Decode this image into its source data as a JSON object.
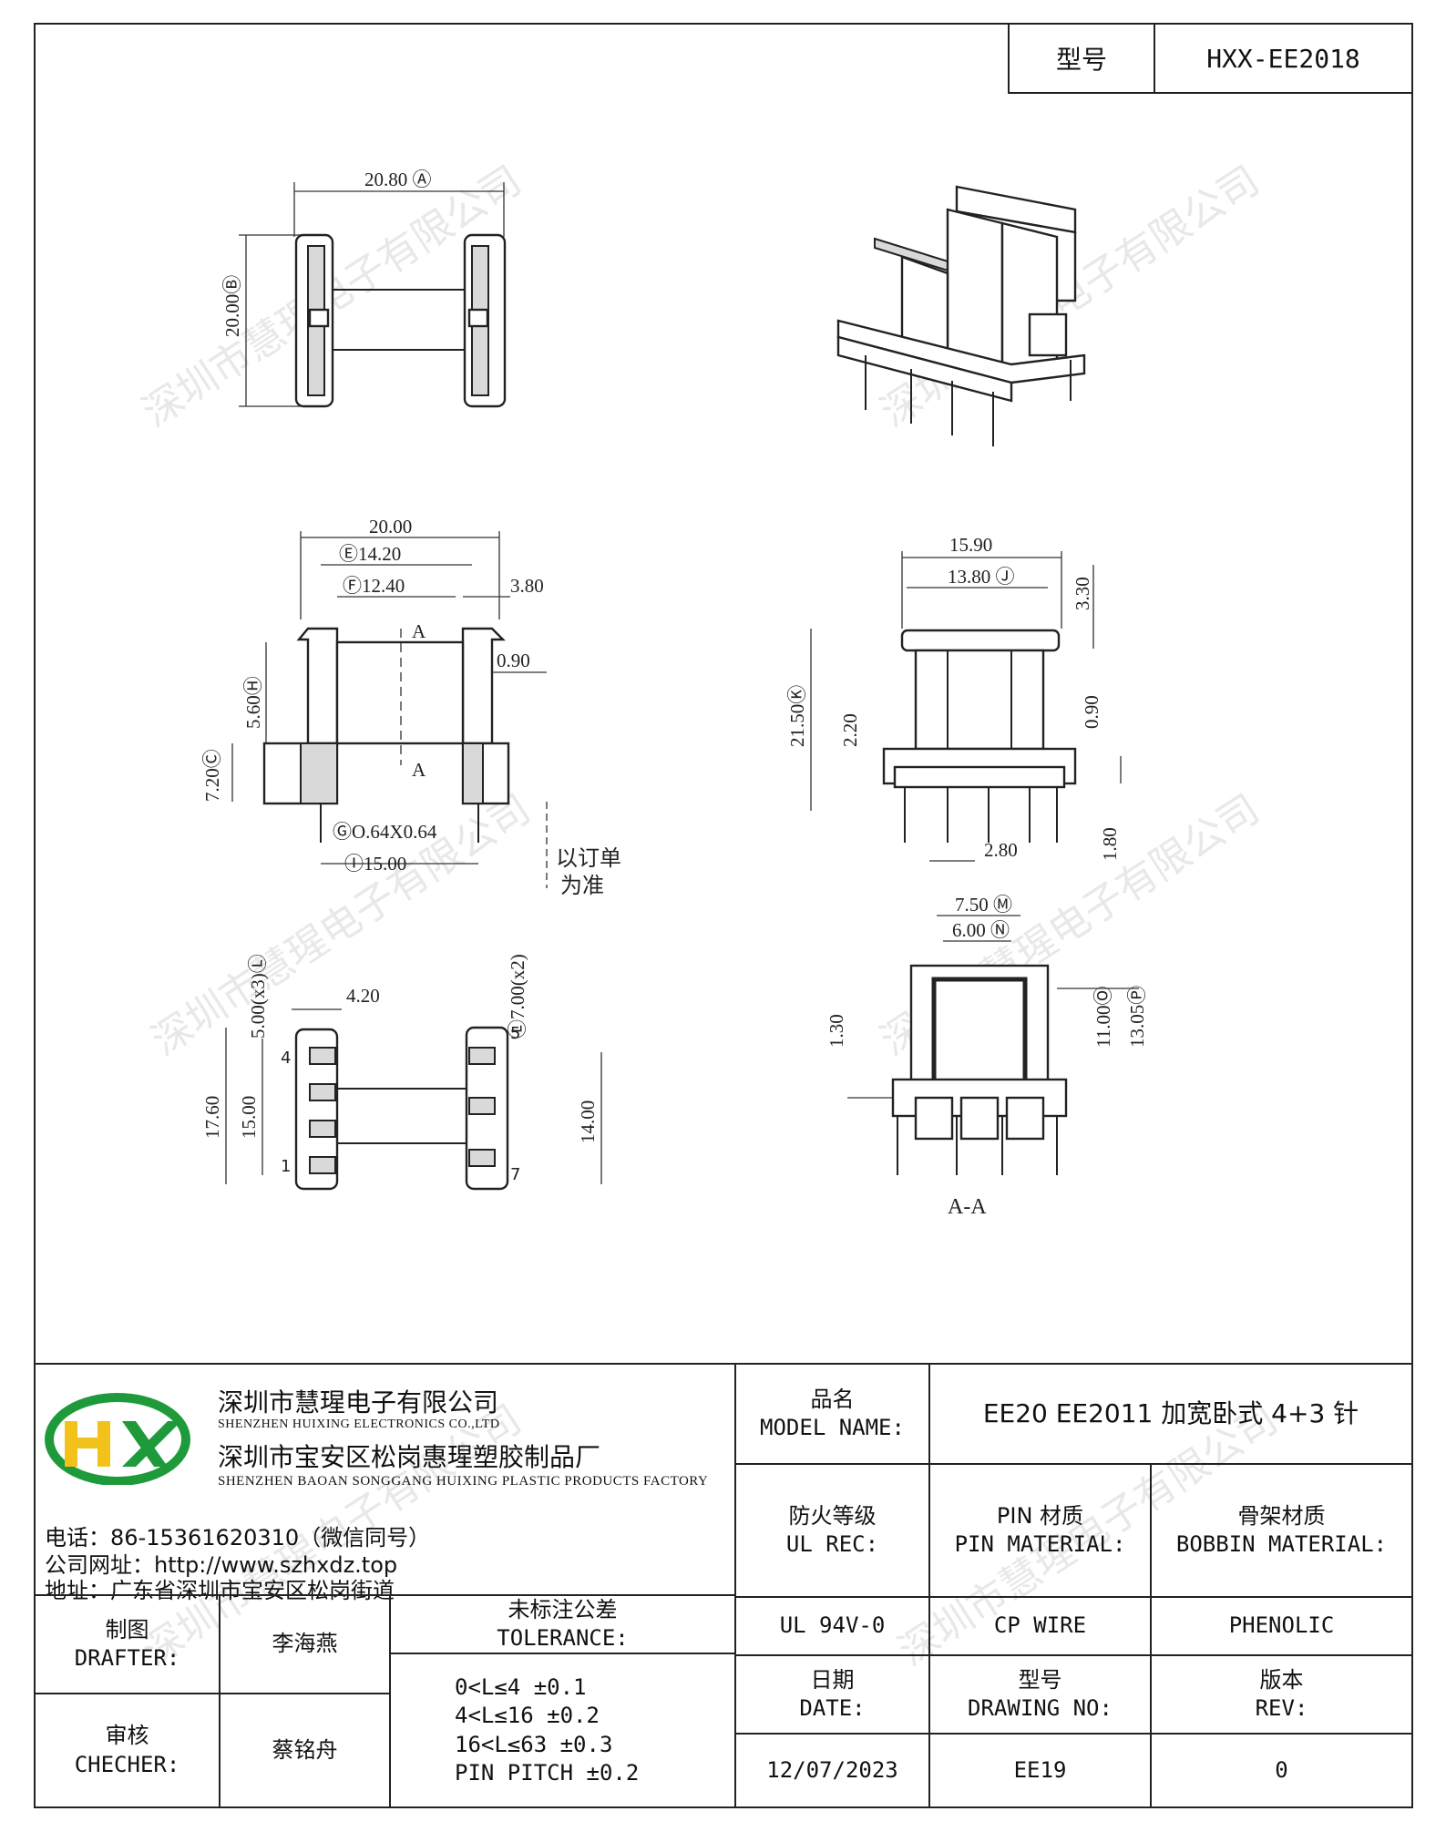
{
  "header": {
    "model_label": "型号",
    "model_value": "HXX-EE2018"
  },
  "watermark": "深圳市慧瑆电子有限公司",
  "drawing": {
    "dims": {
      "top_width": "20.80 Ⓐ",
      "top_height": "20.00Ⓑ",
      "front_w": "20.00",
      "front_e": "Ⓔ14.20",
      "front_f": "Ⓕ12.40",
      "front_flange": "3.80",
      "front_pin_d": "0.90",
      "front_h": "5.60Ⓗ",
      "front_c": "7.20Ⓒ",
      "pin_size": "ⒼO.64X0.64",
      "pin_span": "Ⓘ15.00",
      "order_note_1": "以订单",
      "order_note_2": "为准",
      "section_mark": "A",
      "side_w": "15.90",
      "side_j": "13.80 Ⓙ",
      "side_top": "3.30",
      "side_k": "21.50Ⓚ",
      "side_220": "2.20",
      "side_090": "0.90",
      "side_pitch": "2.80",
      "side_180": "1.80",
      "bot_420": "4.20",
      "bot_500": "5.00(x3)Ⓛ",
      "bot_700": "Ⓛ7.00(x2)",
      "bot_1760": "17.60",
      "bot_1500": "15.00",
      "bot_1400": "14.00",
      "pin1": "1",
      "pin4": "4",
      "pin5": "5",
      "pin7": "7",
      "sec_750": "7.50 Ⓜ",
      "sec_600": "6.00 Ⓝ",
      "sec_130": "1.30",
      "sec_1100": "11.00Ⓞ",
      "sec_1305": "13.05Ⓟ",
      "sec_label": "A-A"
    }
  },
  "title_block": {
    "company_cn": "深圳市慧瑆电子有限公司",
    "company_en": "SHENZHEN HUIXING ELECTRONICS CO.,LTD",
    "factory_cn": "深圳市宝安区松岗惠瑆塑胶制品厂",
    "factory_en": "SHENZHEN BAOAN SONGGANG HUIXING PLASTIC PRODUCTS FACTORY",
    "phone": "电话：86-15361620310（微信同号）",
    "website": "公司网址：http://www.szhxdz.top",
    "address": "地址：广东省深圳市宝安区松岗街道",
    "model_name_cn": "品名",
    "model_name_en": "MODEL NAME:",
    "model_name_value": "EE20 EE2011 加宽卧式 4+3 针",
    "ul_cn": "防火等级",
    "ul_en": "UL REC:",
    "pin_mat_cn": "PIN 材质",
    "pin_mat_en": "PIN MATERIAL:",
    "bobbin_mat_cn": "骨架材质",
    "bobbin_mat_en": "BOBBIN MATERIAL:",
    "ul_value": "UL 94V-0",
    "pin_mat_value": "CP WIRE",
    "bobbin_mat_value": "PHENOLIC",
    "drafter_cn": "制图",
    "drafter_en": "DRAFTER:",
    "drafter_name": "李海燕",
    "checker_cn": "审核",
    "checker_en": "CHECHER:",
    "checker_name": "蔡铭舟",
    "tolerance_cn": "未标注公差",
    "tolerance_en": "TOLERANCE:",
    "tol_1": "0<L≤4   ±0.1",
    "tol_2": "4<L≤16  ±0.2",
    "tol_3": "16<L≤63 ±0.3",
    "tol_4": "PIN PITCH ±0.2",
    "date_cn": "日期",
    "date_en": "DATE:",
    "date_value": "12/07/2023",
    "drawing_no_cn": "型号",
    "drawing_no_en": "DRAWING NO:",
    "drawing_no_value": "EE19",
    "rev_cn": "版本",
    "rev_en": "REV:",
    "rev_value": "0"
  },
  "colors": {
    "logo_green": "#1f9a3a",
    "logo_yellow": "#f2c21b",
    "line": "#222222"
  }
}
